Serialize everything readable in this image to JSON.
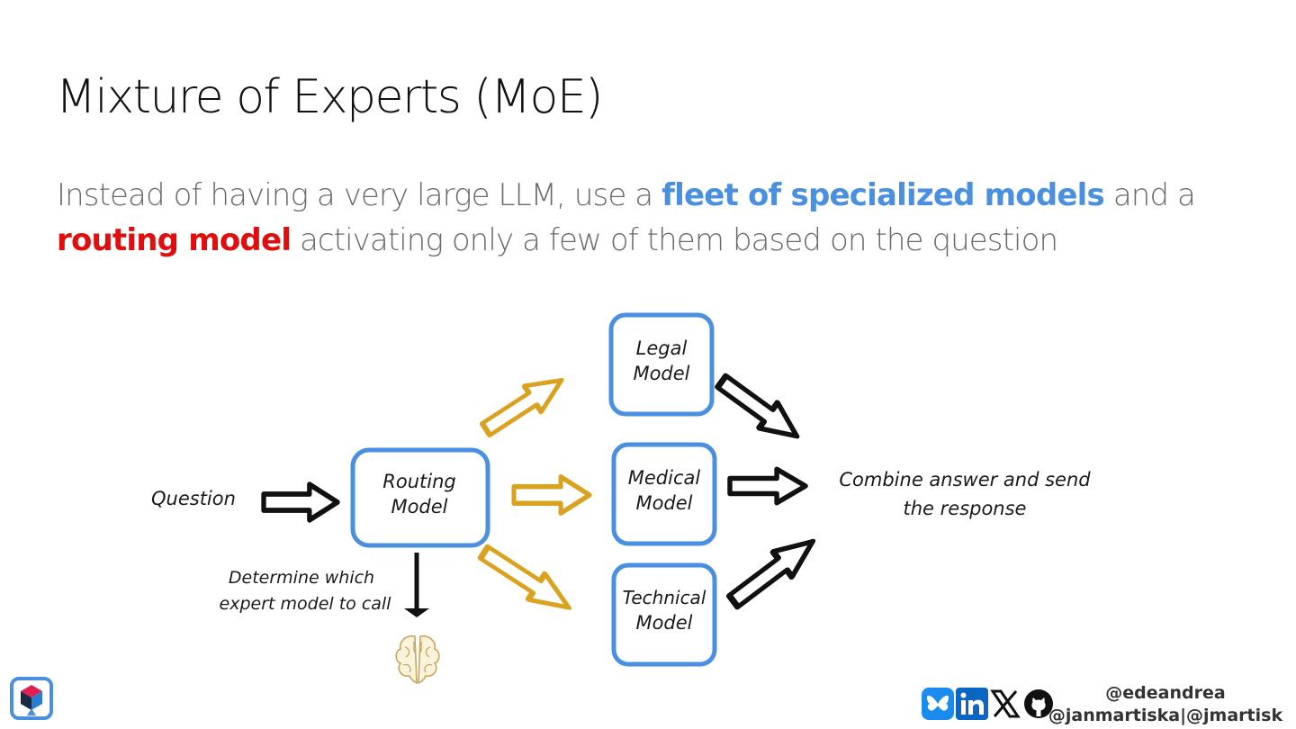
{
  "slide": {
    "title": "Mixture of Experts (MoE)",
    "subtitle": {
      "part1": "Instead of having a very large LLM, use a ",
      "highlight1": "fleet of specialized models",
      "part2": " and a ",
      "highlight2": "routing model",
      "part3": " activating only a few of them based on the question"
    },
    "colors": {
      "highlight1": "#4a8fe0",
      "highlight2": "#e00e0e",
      "box_border": "#4a8fe0",
      "router_arrows": "#d9a21f",
      "expert_arrows": "#111111"
    }
  },
  "diagram": {
    "question_label": "Question",
    "router": {
      "line1": "Routing",
      "line2": "Model"
    },
    "router_note": {
      "line1": "Determine which",
      "line2": "expert model to call"
    },
    "experts": [
      {
        "line1": "Legal",
        "line2": "Model"
      },
      {
        "line1": "Medical",
        "line2": "Model"
      },
      {
        "line1": "Technical",
        "line2": "Model"
      }
    ],
    "output": {
      "line1": "Combine answer and send",
      "line2": "the response"
    },
    "brain_icon": "brain-icon"
  },
  "footer": {
    "logo_icon": "presenter-logo-icon",
    "social_icons": [
      "bluesky-icon",
      "linkedin-icon",
      "x-icon",
      "github-icon"
    ],
    "handle1": "@edeandrea",
    "handle2": "@janmartiska|@jmartisk"
  }
}
